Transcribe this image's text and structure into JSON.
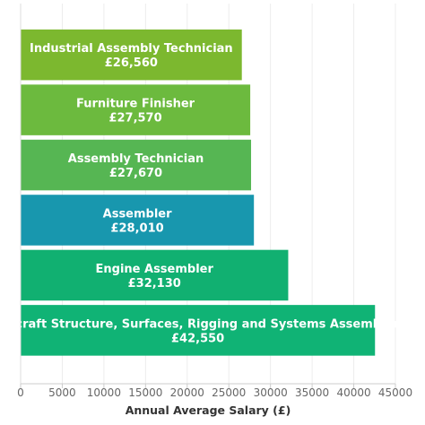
{
  "chart_data": {
    "type": "bar",
    "orientation": "horizontal",
    "categories": [
      "Industrial Assembly Technician",
      "Furniture Finisher",
      "Assembly Technician",
      "Assembler",
      "Engine Assembler",
      "Aircraft Structure, Surfaces, Rigging and Systems Assembler"
    ],
    "values": [
      26560,
      27570,
      27670,
      28010,
      32130,
      42550
    ],
    "value_labels": [
      "£26,560",
      "£27,570",
      "£27,670",
      "£28,010",
      "£32,130",
      "£42,550"
    ],
    "colors": [
      "#7cb82f",
      "#6cba3e",
      "#56b653",
      "#1897ae",
      "#11b071",
      "#10b375"
    ],
    "xlabel": "Annual Average Salary (£)",
    "xlim": [
      0,
      45000
    ],
    "xticks": [
      0,
      5000,
      10000,
      15000,
      20000,
      25000,
      30000,
      35000,
      40000,
      45000
    ],
    "xtick_labels": [
      "0",
      "5000",
      "10000",
      "15000",
      "20000",
      "25000",
      "30000",
      "35000",
      "40000",
      "45000"
    ],
    "grid": true
  }
}
